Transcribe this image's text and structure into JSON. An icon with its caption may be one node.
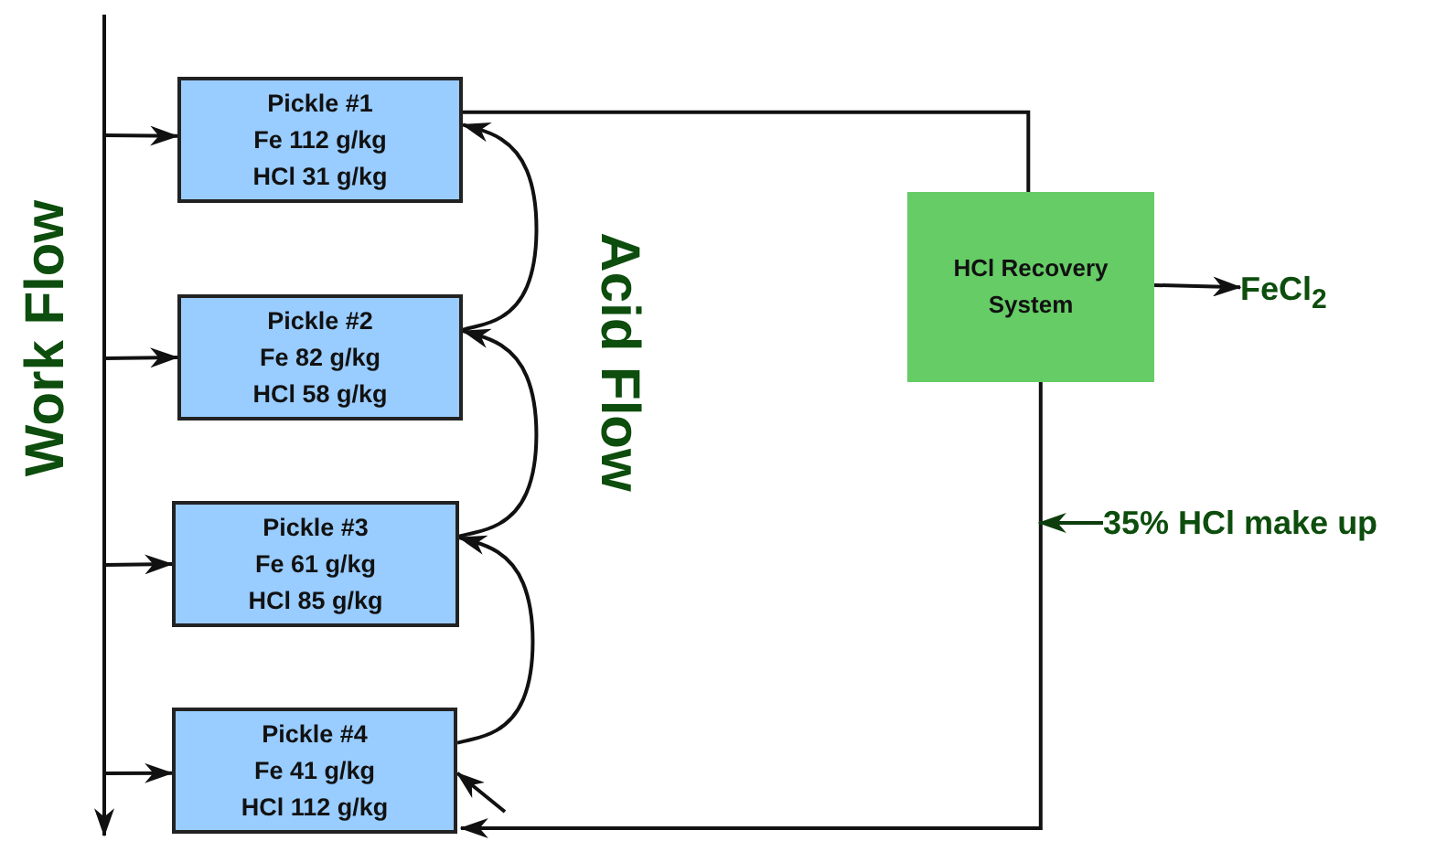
{
  "diagram": {
    "nodes": [
      {
        "text": [
          "Pickle #1",
          "Fe 112 g/kg",
          "HCl 31 g/kg"
        ]
      },
      {
        "text": [
          "Pickle #2",
          "Fe 82 g/kg",
          "HCl 58 g/kg"
        ]
      },
      {
        "text": [
          "Pickle #3",
          "Fe 61 g/kg",
          "HCl 85 g/kg"
        ]
      },
      {
        "text": [
          "Pickle #4",
          "Fe 41 g/kg",
          "HCl 112 g/kg"
        ]
      },
      {
        "text": [
          "HCl Recovery System"
        ]
      },
      {
        "text": [
          "FeCl$_{2}$"
        ]
      },
      {
        "text": [
          "35% HCl make up"
        ]
      }
    ],
    "edges": [
      {
        "from": null,
        "to": 0,
        "arrow": "to"
      },
      {
        "from": null,
        "to": 1,
        "arrow": "to"
      },
      {
        "from": null,
        "to": 2,
        "arrow": "to"
      },
      {
        "from": null,
        "to": 3,
        "arrow": "to"
      },
      {
        "from": 1,
        "to": 0,
        "arrow": "to"
      },
      {
        "from": 2,
        "to": 1,
        "arrow": "to"
      },
      {
        "from": 3,
        "to": 2,
        "arrow": "to"
      },
      {
        "from": null,
        "to": 3,
        "arrow": "to"
      },
      {
        "from": 0,
        "to": 4,
        "arrow": "none"
      },
      {
        "from": 4,
        "to": 3,
        "arrow": "to"
      },
      {
        "from": 4,
        "to": 5,
        "arrow": "to"
      },
      {
        "from": 6,
        "to": null,
        "arrow": "to",
        "color": "#0d3d0d"
      }
    ],
    "labels": [
      "Work Flow",
      "Acid Flow"
    ]
  }
}
